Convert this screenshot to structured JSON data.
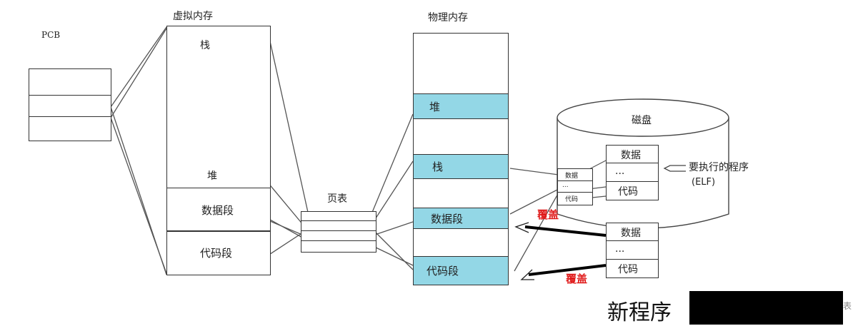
{
  "pcb": {
    "label": "PCB"
  },
  "virtual_memory": {
    "title": "虚拟内存",
    "stack": "栈",
    "heap": "堆",
    "data_segment": "数据段",
    "code_segment": "代码段"
  },
  "page_table": {
    "title": "页表"
  },
  "physical_memory": {
    "title": "物理内存",
    "heap": "堆",
    "stack": "栈",
    "data_segment": "数据段",
    "code_segment": "代码段"
  },
  "disk": {
    "title": "磁盘",
    "program1": {
      "data": "数据",
      "dots": "...",
      "code": "代码"
    },
    "note": "要执行的程序",
    "note2": "(ELF)",
    "program2": {
      "data": "数据",
      "dots": "...",
      "code": "代码"
    }
  },
  "mini_stack": {
    "data": "数据",
    "dots": "...",
    "code": "代码"
  },
  "overwrite_label": "覆盖",
  "new_program": "新程序",
  "colors": {
    "segment_fill": "#93d7e6",
    "overwrite": "#e01b1b"
  }
}
